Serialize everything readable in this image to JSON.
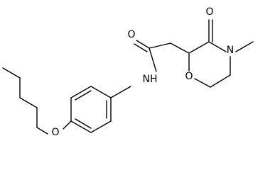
{
  "structure": {
    "atoms": {
      "amide_oxygen": "O",
      "amide_nh": "NH",
      "ring_nitrogen": "N",
      "ring_carbonyl_oxygen": "O",
      "ring_ether_oxygen": "O",
      "butoxy_oxygen": "O"
    }
  }
}
